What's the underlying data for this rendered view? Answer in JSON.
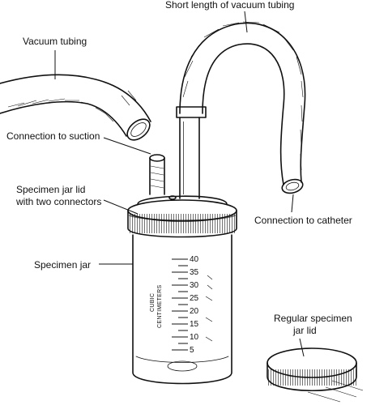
{
  "labels": {
    "vacuum_tubing": "Vacuum tubing",
    "short_tubing": "Short length of vacuum tubing",
    "connection_suction": "Connection to suction",
    "lid_line1": "Specimen jar lid",
    "lid_line2": "with two connectors",
    "specimen_jar": "Specimen jar",
    "connection_catheter": "Connection to catheter",
    "regular_lid_line1": "Regular specimen",
    "regular_lid_line2": "jar lid"
  },
  "jar_scale": {
    "numbers": [
      "40",
      "35",
      "30",
      "25",
      "20",
      "15",
      "10",
      "5"
    ],
    "text_line1": "CUBIC",
    "text_line2": "CENTIMETERS"
  }
}
